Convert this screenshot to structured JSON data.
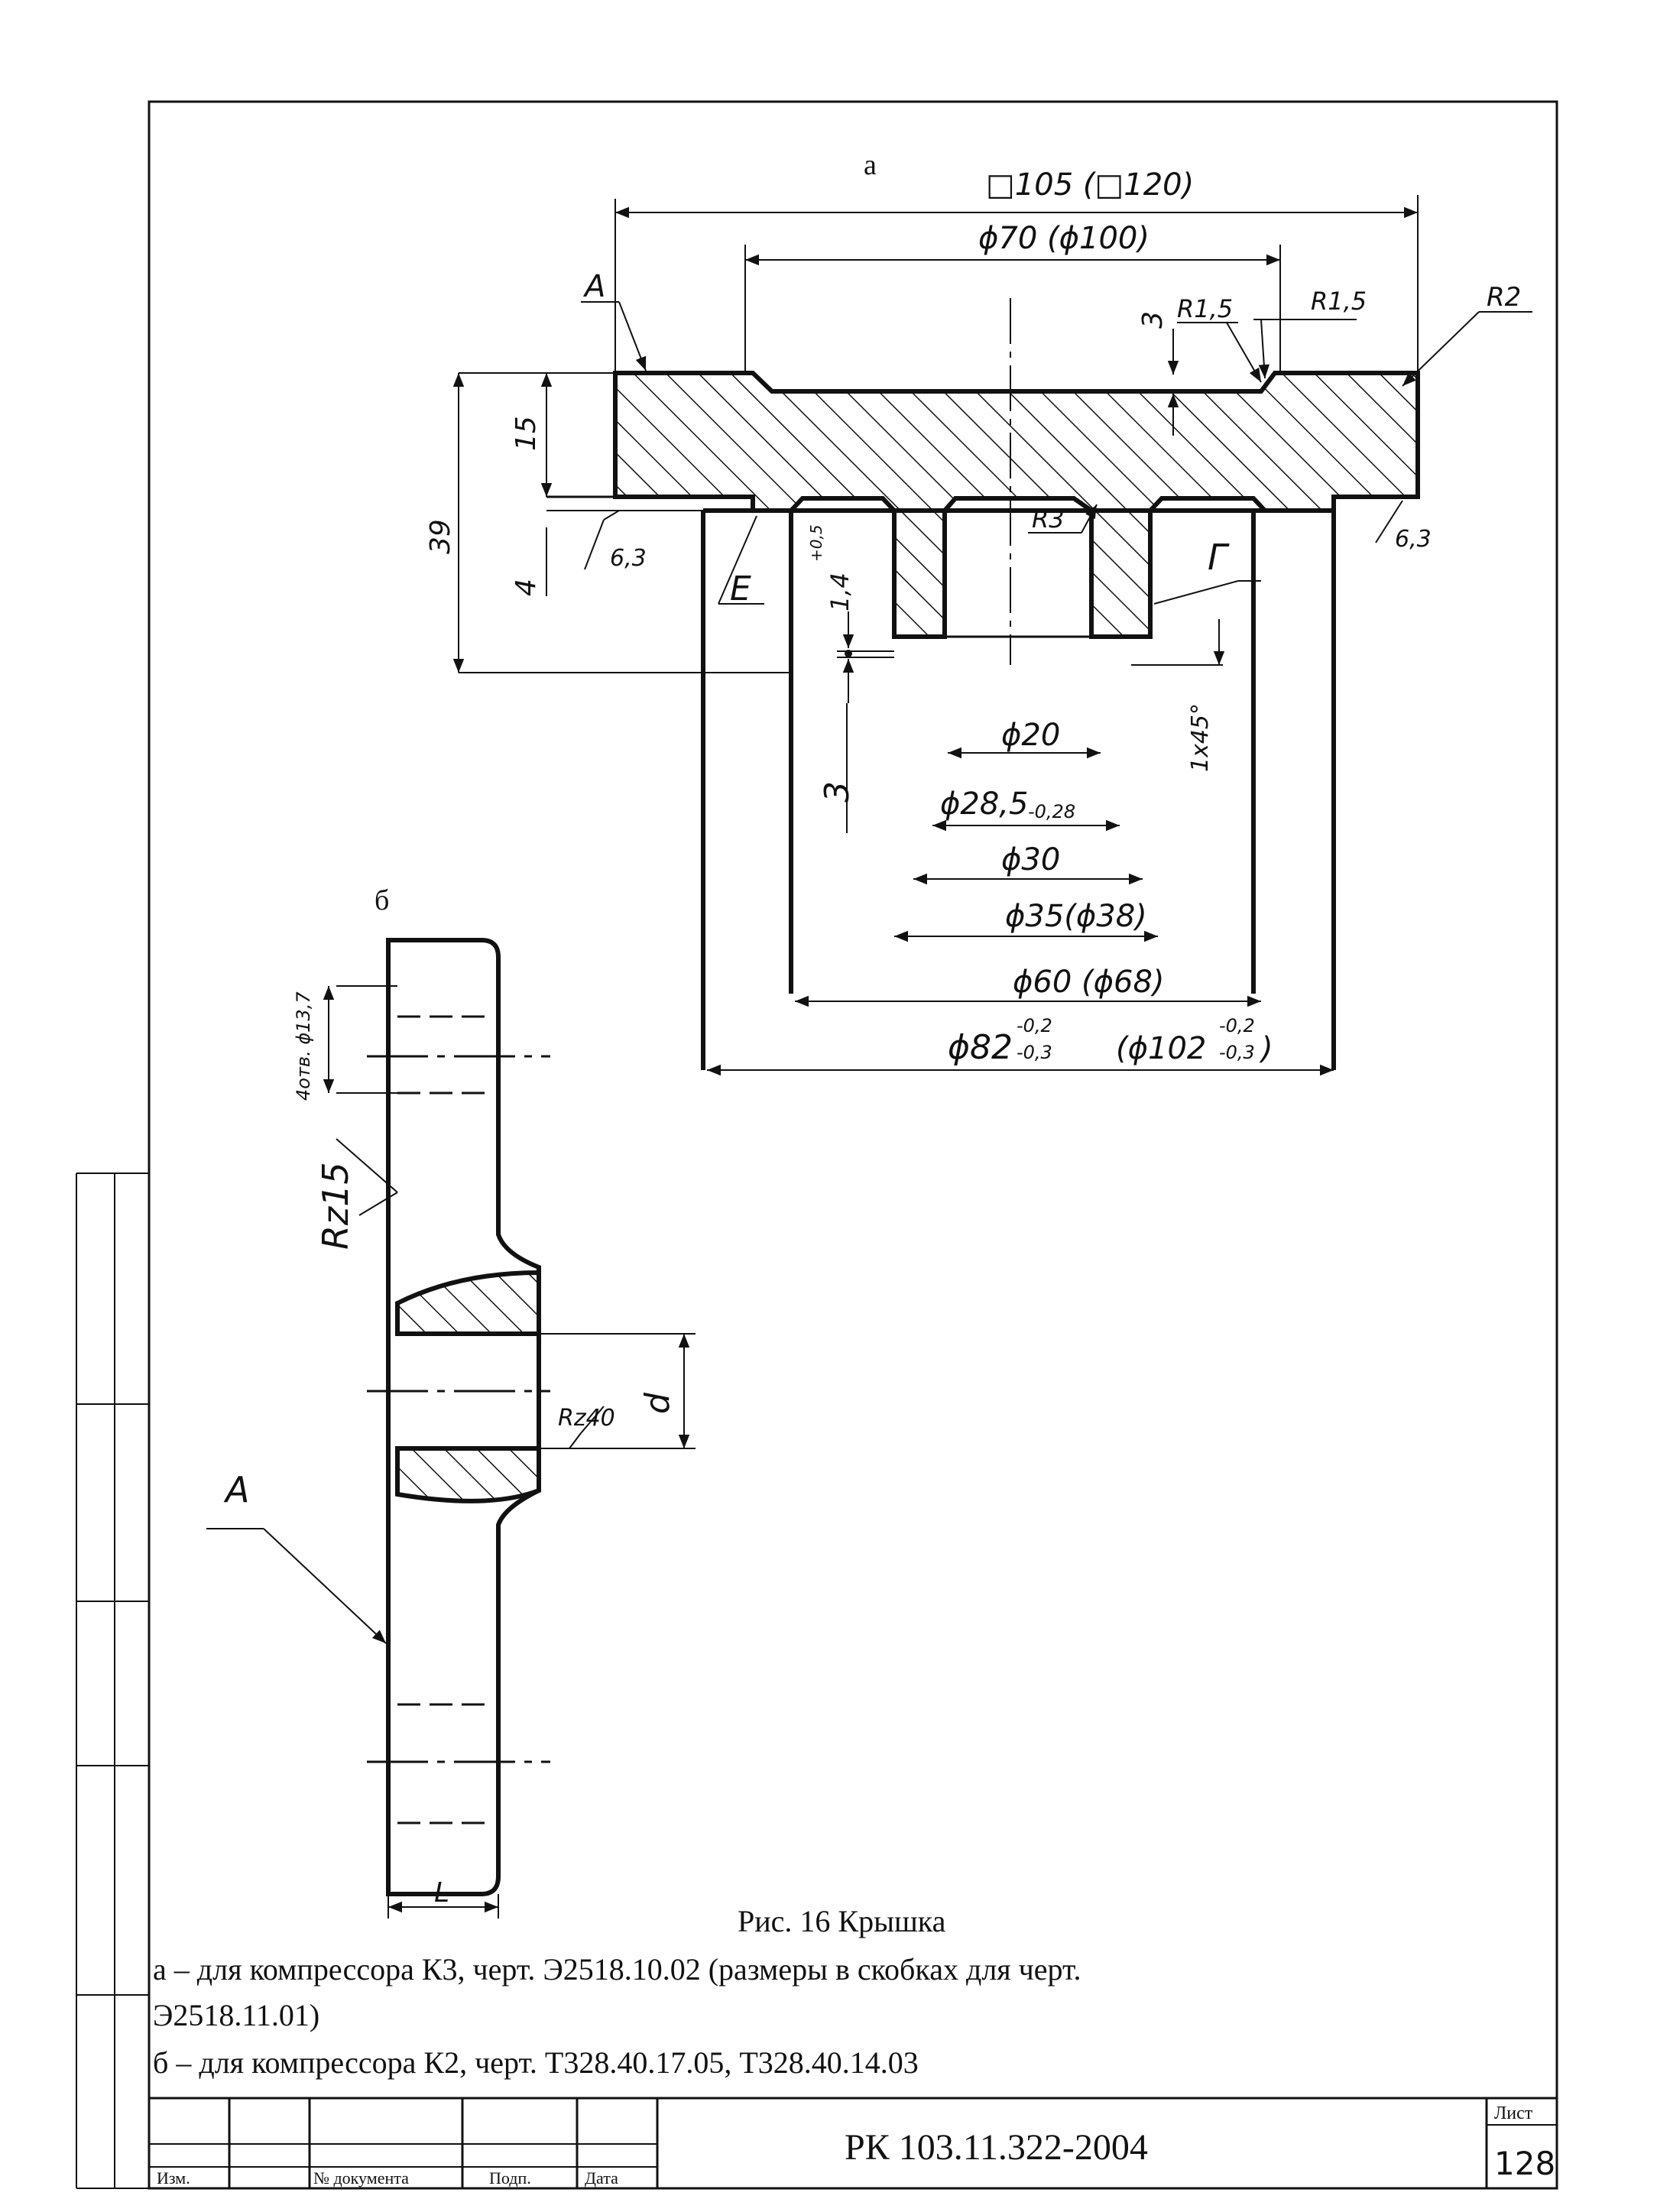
{
  "view_labels": {
    "a": "а",
    "b": "б"
  },
  "dims_a": {
    "square": "□105 (□120)",
    "phi70": "ϕ70 (ϕ100)",
    "leader_A": "A",
    "r15a": "R1,5",
    "r15b": "R1,5",
    "r2": "R2",
    "three_top": "3",
    "fifteen": "15",
    "thirtynine": "39",
    "four": "4",
    "rough_left": "6,3",
    "rough_right": "6,3",
    "E": "E",
    "tol14": "1,4",
    "tol14_sup": "+0,5",
    "r3": "R3",
    "G": "Г",
    "chamfer": "1x45°",
    "three_side": "3",
    "phi20": "ϕ20",
    "phi285": "ϕ28,5",
    "phi285_tol": "-0,28",
    "phi30": "ϕ30",
    "phi35": "ϕ35(ϕ38)",
    "phi60": "ϕ60  (ϕ68)",
    "phi82": "ϕ82",
    "phi82_up": "-0,2",
    "phi82_lo": "-0,3",
    "phi102": "(ϕ102",
    "phi102_up": "-0,2",
    "phi102_lo": "-0,3",
    "phi102_close": ")"
  },
  "dims_b": {
    "holes": "4отв. ϕ13,7",
    "rz15": "Rz15",
    "rz40": "Rz40",
    "d": "d",
    "A": "A",
    "L": "L"
  },
  "caption": {
    "title": "Рис. 16 Крышка",
    "line1": "а – для компрессора К3, черт. Э2518.10.02 (размеры в скобках для черт.",
    "line2": "Э2518.11.01)",
    "line3": "б – для компрессора К2, черт. Т328.40.17.05, Т328.40.14.03"
  },
  "title_block": {
    "doc_code": "РК 103.11.322-2004",
    "sheet_label": "Лист",
    "sheet_number": "128",
    "col_izm": "Изм.",
    "col_doc": "№ документа",
    "col_sign": "Подп.",
    "col_date": "Дата"
  }
}
